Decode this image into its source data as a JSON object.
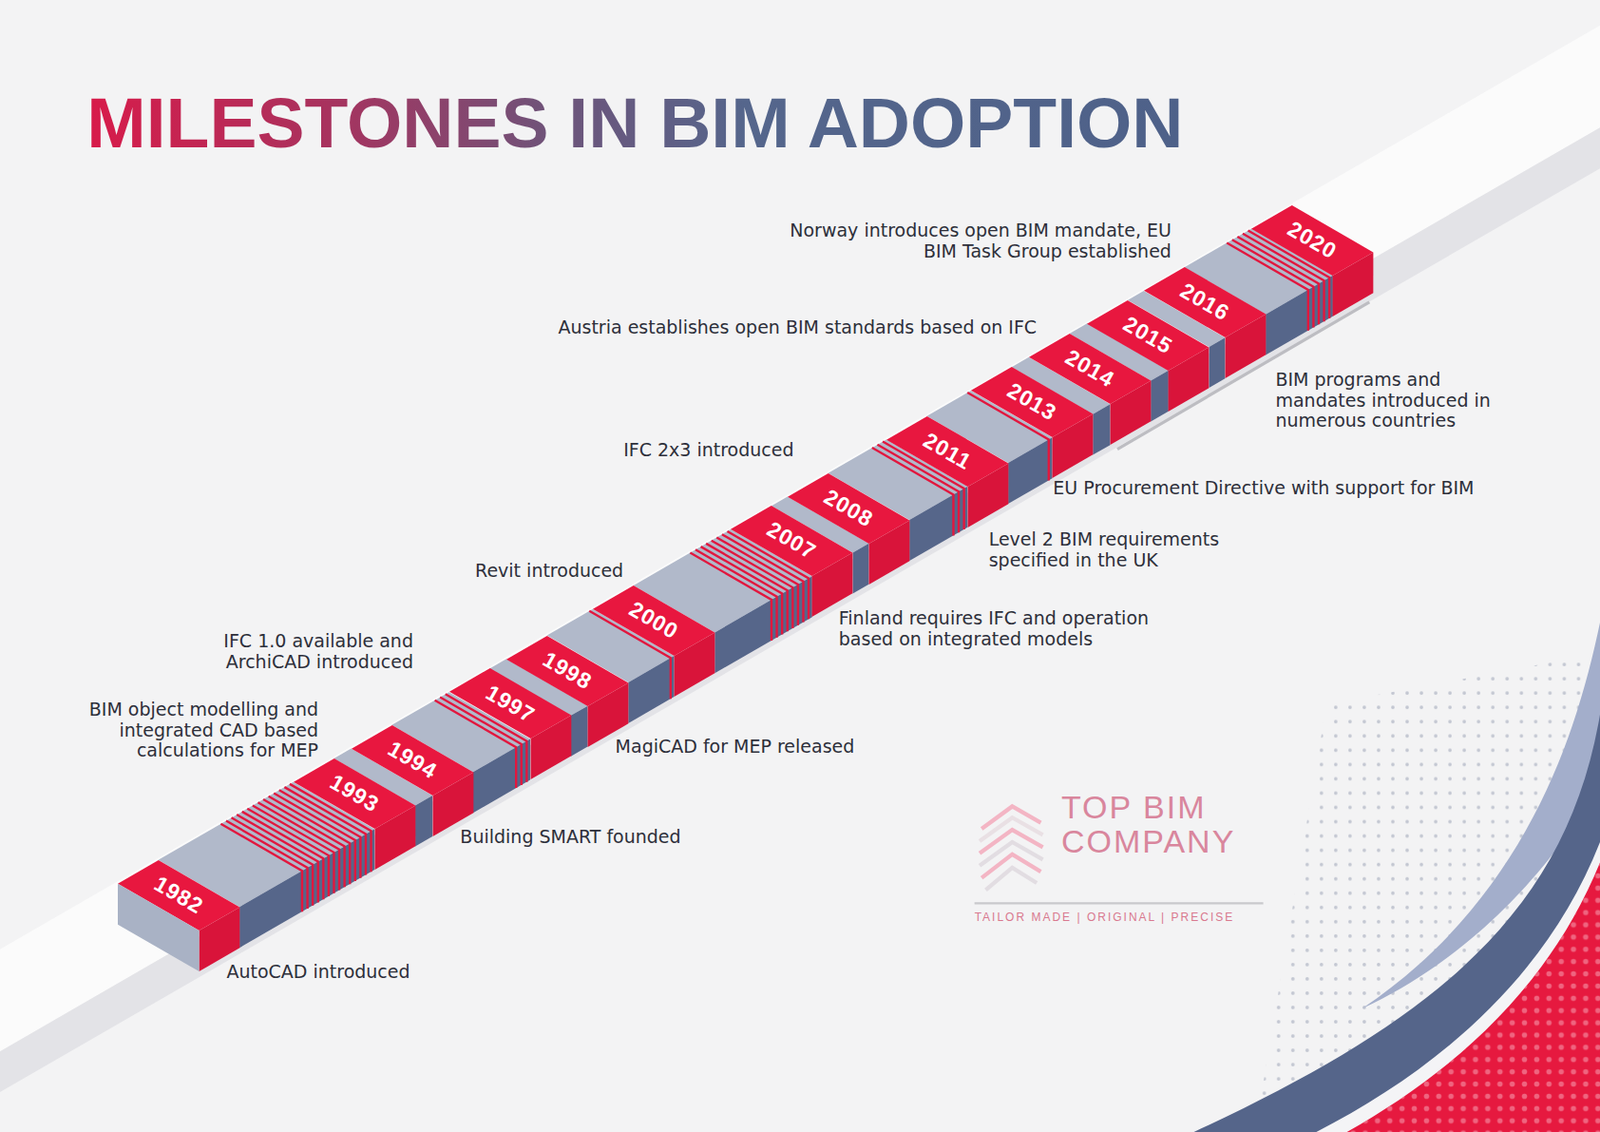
{
  "diagram": {
    "title": "MILESTONES IN BIM ADOPTION",
    "nodes": [
      {
        "text": [
          "1982"
        ]
      },
      {
        "text": [
          "1993"
        ]
      },
      {
        "text": [
          "1994"
        ]
      },
      {
        "text": [
          "1997"
        ]
      },
      {
        "text": [
          "1998"
        ]
      },
      {
        "text": [
          "2000"
        ]
      },
      {
        "text": [
          "2007"
        ]
      },
      {
        "text": [
          "2008"
        ]
      },
      {
        "text": [
          "2011"
        ]
      },
      {
        "text": [
          "2013"
        ]
      },
      {
        "text": [
          "2014"
        ]
      },
      {
        "text": [
          "2015"
        ]
      },
      {
        "text": [
          "2016"
        ]
      },
      {
        "text": [
          "2020"
        ]
      }
    ],
    "labels": [
      "Norway introduces open BIM mandate, EU BIM Task Group established",
      "Austria establishes open BIM standards based on IFC",
      "BIM programs and mandates introduced in numerous countries",
      "IFC 2x3 introduced",
      "EU Procurement Directive with support for BIM",
      "Level 2 BIM requirements specified in the UK",
      "Revit introduced",
      "Finland requires IFC and operation based on integrated models",
      "IFC 1.0 available and ArchiCAD introduced",
      "BIM object modelling and integrated CAD based calculations for MEP",
      "MagiCAD for MEP released",
      "Building SMART founded",
      "AutoCAD introduced",
      "TOP BIM COMPANY",
      "TAILOR MADE | ORIGINAL | PRECISE"
    ]
  }
}
